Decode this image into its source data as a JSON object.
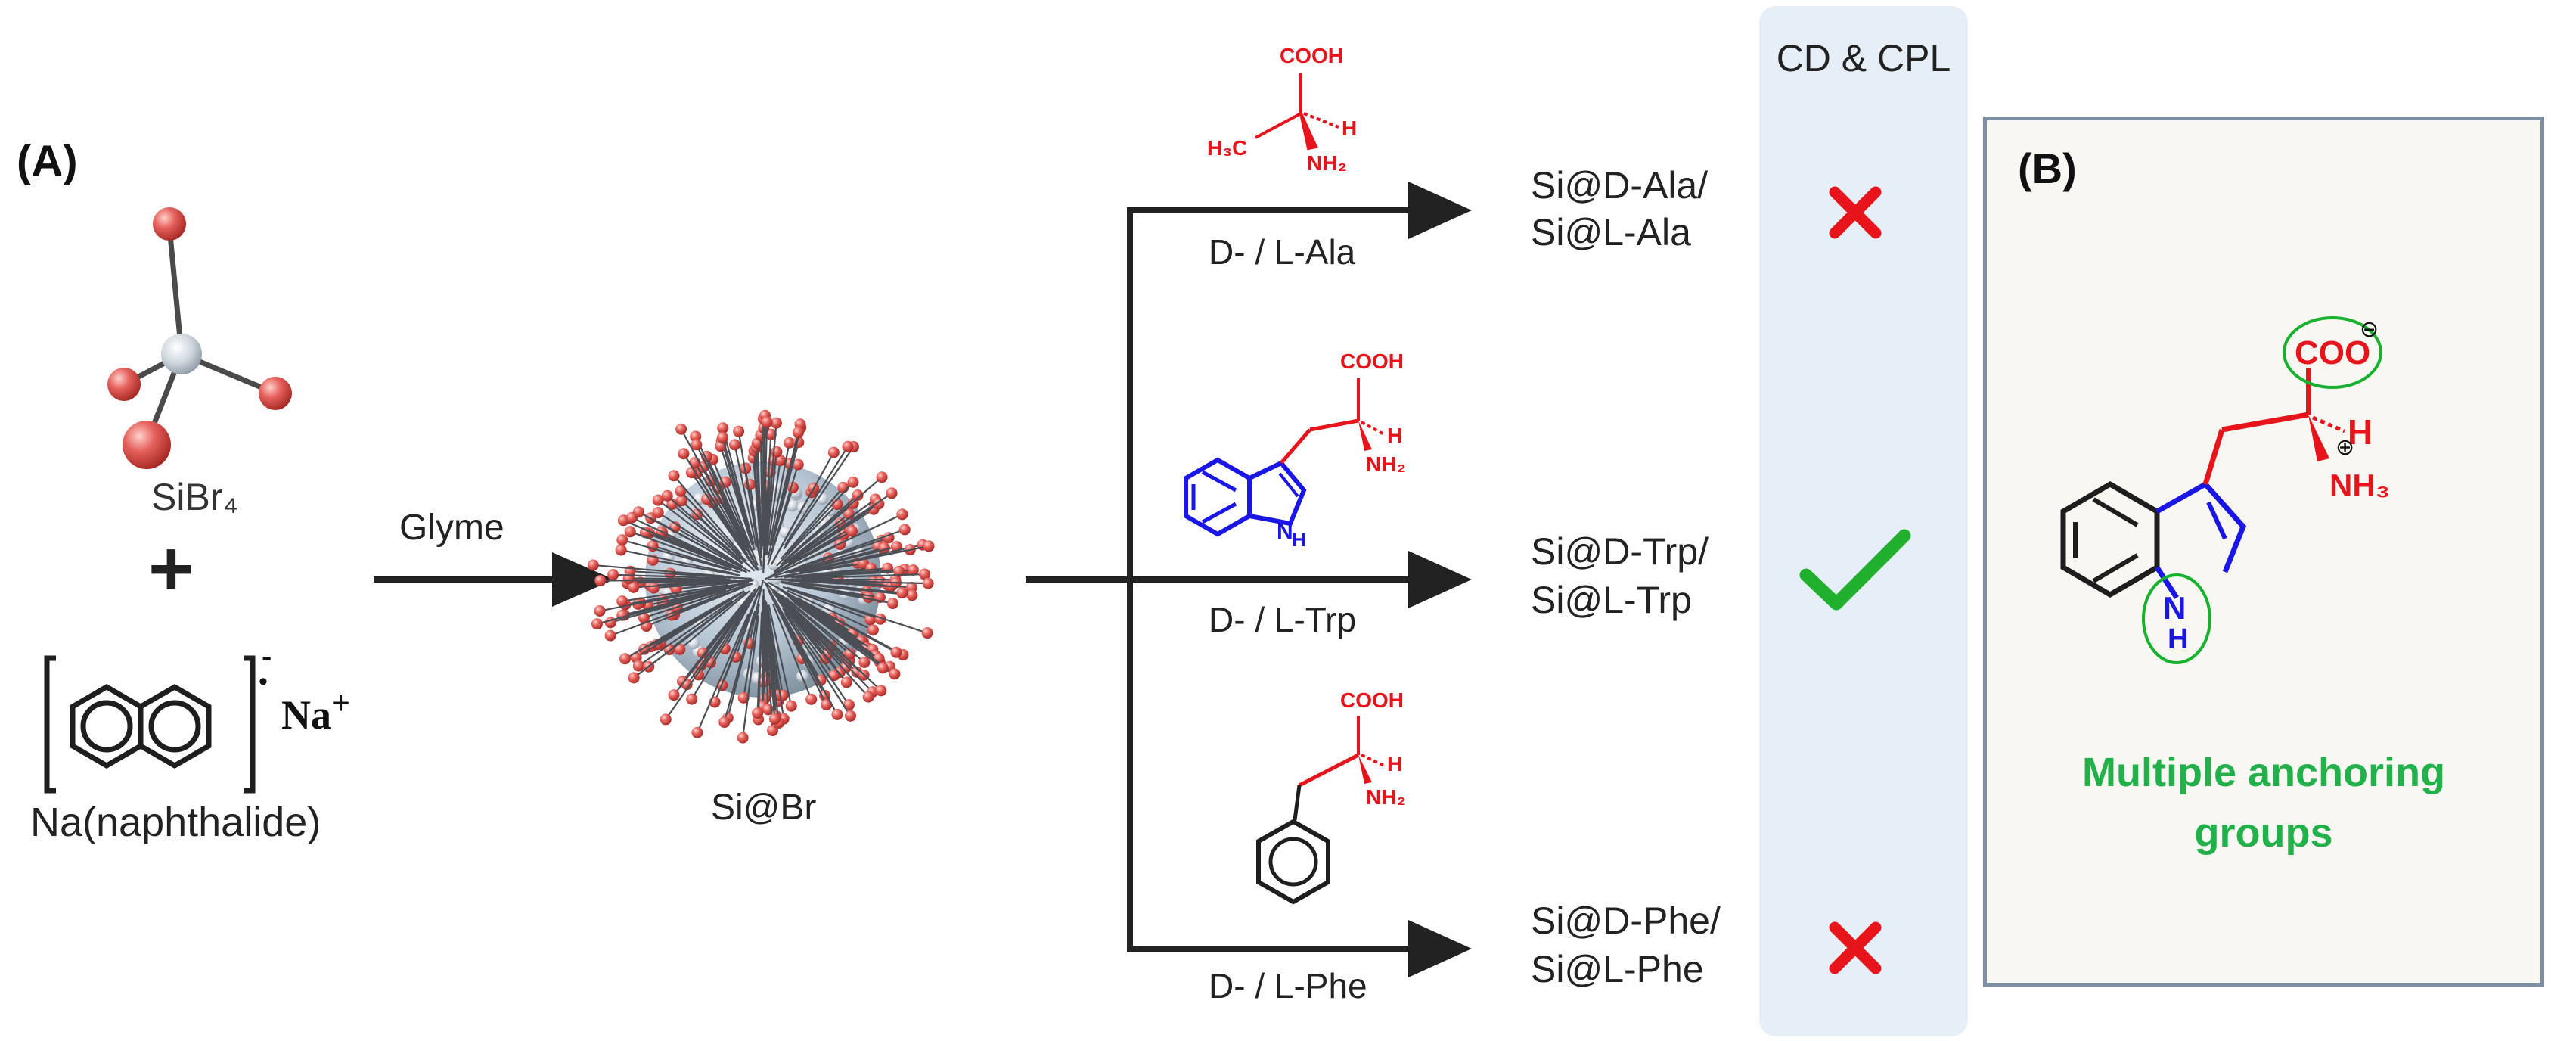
{
  "panel_a_label": "(A)",
  "panel_b_label": "(B)",
  "cd_header": "CD & CPL",
  "reactant1": "SiBr₄",
  "plus": "+",
  "na_label": "Na",
  "na_charge": "+",
  "radical_dot": "•",
  "radical_minus": "-",
  "reactant2_name": "Na(naphthalide)",
  "solvent": "Glyme",
  "particle_label": "Si@Br",
  "routes": [
    {
      "reagent": "D- / L-Ala",
      "product_1": "Si@D-Ala/",
      "product_2": "Si@L-Ala",
      "result": "cross"
    },
    {
      "reagent": "D- / L-Trp",
      "product_1": "Si@D-Trp/",
      "product_2": "Si@L-Trp",
      "result": "check"
    },
    {
      "reagent": "D- / L-Phe",
      "product_1": "Si@D-Phe/",
      "product_2": "Si@L-Phe",
      "result": "cross"
    }
  ],
  "structures": {
    "ala": {
      "cooh": "COOH",
      "h": "H",
      "ch3": "H₃C",
      "nh2": "NH₂"
    },
    "trp": {
      "cooh": "COOH",
      "h": "H",
      "nh2": "NH₂",
      "nh": "N",
      "nh_h": "H"
    },
    "phe": {
      "cooh": "COOH",
      "h": "H",
      "nh2": "NH₂"
    },
    "trp_zwitterion": {
      "coo": "COO",
      "coo_charge": "⊖",
      "h": "H",
      "nh3": "NH₃",
      "nh3_charge": "⊕",
      "n": "N",
      "n_h": "H"
    }
  },
  "caption_b_line1": "Multiple anchoring",
  "caption_b_line2": "groups",
  "colors": {
    "red": "#e8141b",
    "blue": "#1a17e6",
    "green": "#18b12e",
    "green_text": "#22b04b",
    "cross": "#e8141b",
    "check": "#21b02d",
    "cd_column": "#e6eff8",
    "panel_border": "#7f8fa3"
  },
  "icons": {
    "cross": "cross-icon",
    "check": "check-icon"
  }
}
